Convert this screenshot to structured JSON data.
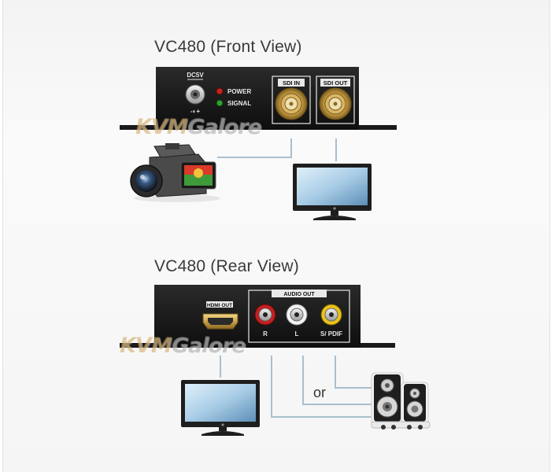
{
  "front": {
    "title": "VC480 (Front View)",
    "dc_label": "DC5V",
    "power_label": "POWER",
    "signal_label": "SIGNAL",
    "sdi_in_label": "SDI  IN",
    "sdi_out_label": "SDI  OUT"
  },
  "rear": {
    "title": "VC480 (Rear View)",
    "hdmi_out_label": "HDMI OUT",
    "audio_out_label": "AUDIO OUT",
    "r_label": "R",
    "l_label": "L",
    "spdif_label": "S/ PDIF",
    "or_label": "or"
  },
  "watermark": {
    "part1": "KVM",
    "part2": "Galore"
  },
  "colors": {
    "device_body": "#1c1c1c",
    "gold": "#c9a24a",
    "power_led": "#d02020",
    "signal_led": "#2fa32f",
    "connector_line": "#a9bfcf"
  },
  "icons": [
    "camcorder-icon",
    "monitor-icon",
    "speakers-icon",
    "bnc-connector-icon",
    "hdmi-port-icon",
    "rca-jack-icon"
  ]
}
